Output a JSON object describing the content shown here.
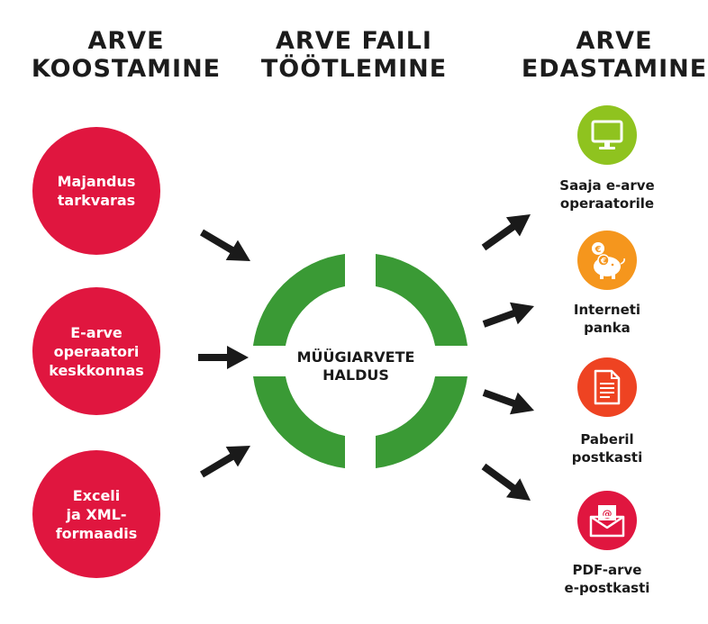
{
  "headings": {
    "left": [
      "ARVE",
      "KOOSTAMINE"
    ],
    "middle": [
      "ARVE FAILI",
      "TÖÖTLEMINE"
    ],
    "right": [
      "ARVE",
      "EDASTAMINE"
    ]
  },
  "sources": [
    {
      "lines": [
        "Majandus",
        "tarkvaras"
      ]
    },
    {
      "lines": [
        "E-arve",
        "operaatori",
        "keskkonnas"
      ]
    },
    {
      "lines": [
        "Exceli",
        "ja XML-",
        "formaadis"
      ]
    }
  ],
  "center": {
    "lines": [
      "MÜÜGIARVETE",
      "HALDUS"
    ]
  },
  "destinations": [
    {
      "icon": "monitor-icon",
      "lines": [
        "Saaja e-arve",
        "operaatorile"
      ]
    },
    {
      "icon": "piggy-bank-icon",
      "lines": [
        "Interneti",
        "panka"
      ]
    },
    {
      "icon": "document-icon",
      "lines": [
        "Paberil",
        "postkasti"
      ]
    },
    {
      "icon": "envelope-icon",
      "lines": [
        "PDF-arve",
        "e-postkasti"
      ]
    }
  ],
  "colors": {
    "source_circle": "#e0163f",
    "ring": "#3a9a35",
    "arrow": "#1a1a1a",
    "monitor_icon_bg": "#8fc31f",
    "piggy_icon_bg": "#f5961d",
    "document_icon_bg": "#ee4322",
    "envelope_icon_bg": "#e0163f"
  },
  "icon_glyphs": {
    "euro": "€",
    "at": "@"
  }
}
